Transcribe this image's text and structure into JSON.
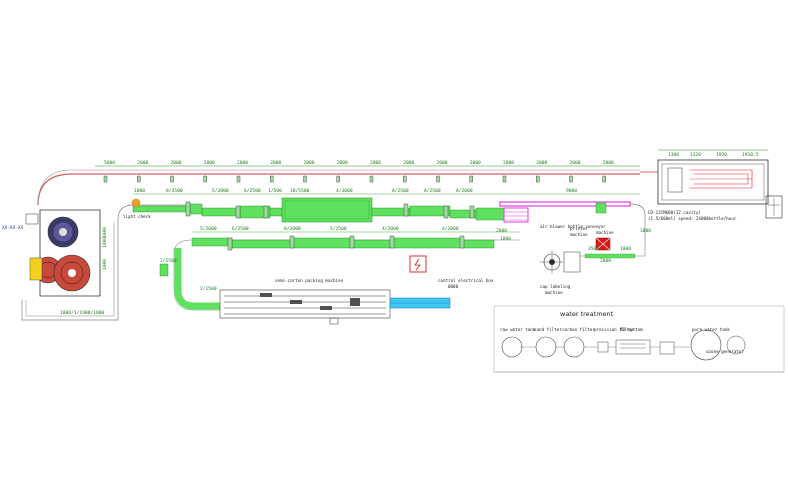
{
  "top_dimensions": [
    "5000",
    "2000",
    "2000",
    "2000",
    "2000",
    "2000",
    "2000",
    "2000",
    "2000",
    "2000",
    "2000",
    "2000",
    "2000",
    "2000",
    "2000",
    "2000"
  ],
  "top_right_dimensions": [
    "1300",
    "1320",
    "1920",
    "1910.5"
  ],
  "mid_dimensions": [
    "1000",
    "8/3500",
    "5/2000",
    "6/2500",
    "1/500",
    "10/5500",
    "4/3000",
    "8/2500",
    "8/2500",
    "8/2000",
    "9000"
  ],
  "lower_dimensions": [
    "5/2000",
    "6/2500",
    "8/2000",
    "5/2500",
    "4/2000",
    "4/2000",
    "2/1500"
  ],
  "right_small_dimensions": [
    "3500",
    "1000",
    "2000",
    "1000",
    "2000",
    "3000"
  ],
  "left_vertical_dimensions": [
    "1000",
    "1000",
    "1000"
  ],
  "bottom_dimensions": [
    "1000/1/1900/1000"
  ],
  "left_side_dimension": "2/1500",
  "labels": {
    "left_machine": "XX-XX-XX",
    "light_check": "light check",
    "air_blow_dryer": "air blower bottle conveyor",
    "machine_note": "machine",
    "control_electrical_box": "control electrical box",
    "control_electrical_box_size": "0000",
    "printer": "printer",
    "printer_machine": "machine",
    "cap_labeling": "cap labeling",
    "cap_labeling_machine": "machine",
    "packing_machine": "semi-carton packing machine",
    "blow_moulding": "CD-12CM600(12 cavity)",
    "blow_speed": "(1.5/600ml) speed: 24000bottle/hour"
  },
  "water_treatment": {
    "title": "water treatment",
    "stages": [
      "raw water tank",
      "sand filter",
      "carbon filter",
      "precision filter",
      "RO system",
      "pure water tank",
      "ozone generator"
    ]
  },
  "colors": {
    "conveyor": "#5fe05f",
    "conveyor_edge": "#1b8a1b",
    "dimension": "#1c9e1c",
    "magenta": "#e23be2",
    "red": "#d91919",
    "blue": "#1f6fe0",
    "cyan": "#3cc8e8",
    "dark": "#303030"
  }
}
